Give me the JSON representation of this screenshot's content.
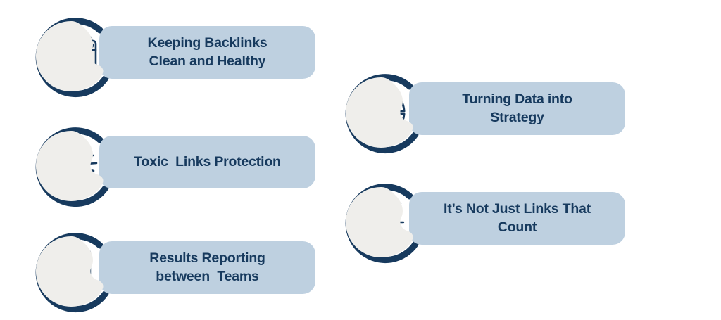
{
  "theme": {
    "navy": "#173a5e",
    "pill_bg": "#bed0e0",
    "blob_fill": "#efeeeb",
    "page_bg": "#ffffff",
    "text_color": "#173a5e"
  },
  "items": [
    {
      "id": "keeping-backlinks-clean-and-healthy",
      "label": "Keeping Backlinks\nClean and Healthy",
      "icon": "browser-window-link-icon",
      "column": "left",
      "order": 1
    },
    {
      "id": "toxic-links-protection",
      "label": "Toxic  Links Protection",
      "icon": "chain-link-burst-icon",
      "column": "left",
      "order": 2
    },
    {
      "id": "results-reporting-between-teams",
      "label": "Results Reporting\nbetween  Teams",
      "icon": "report-document-chart-icon",
      "column": "left",
      "order": 3
    },
    {
      "id": "turning-data-into-strategy",
      "label": "Turning Data into\nStrategy",
      "icon": "pie-chart-segments-icon",
      "column": "right",
      "order": 1
    },
    {
      "id": "its-not-just-links-that-count",
      "label": "It’s Not Just Links That\nCount",
      "icon": "broken-chain-link-icon",
      "column": "right",
      "order": 2
    }
  ]
}
